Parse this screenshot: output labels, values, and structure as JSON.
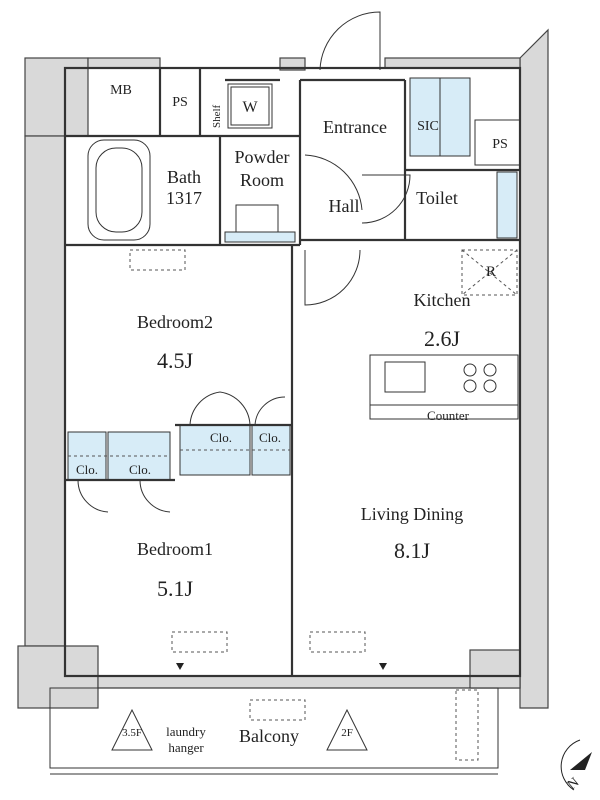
{
  "rooms": {
    "mb": "MB",
    "ps_left": "PS",
    "shelf": "Shelf",
    "w": "W",
    "entrance": "Entrance",
    "sic": "SIC",
    "ps_right": "PS",
    "bath": "Bath",
    "bath_size": "1317",
    "powder": "Powder",
    "powder_room": "Room",
    "hall": "Hall",
    "toilet": "Toilet",
    "bedroom2": "Bedroom2",
    "bedroom2_size": "4.5J",
    "kitchen": "Kitchen",
    "kitchen_size": "2.6J",
    "refrigerator": "R",
    "counter": "Counter",
    "clo_1": "Clo.",
    "clo_2": "Clo.",
    "clo_3": "Clo.",
    "clo_4": "Clo.",
    "bedroom1": "Bedroom1",
    "bedroom1_size": "5.1J",
    "living": "Living Dining",
    "living_size": "8.1J",
    "balcony": "Balcony",
    "laundry_1": "laundry",
    "laundry_2": "hanger",
    "hatch_left": "3.5F",
    "hatch_right": "2F",
    "compass": "N"
  },
  "colors": {
    "closet": "#d7ecf7",
    "wall": "#d9d9d9",
    "line": "#333333"
  }
}
